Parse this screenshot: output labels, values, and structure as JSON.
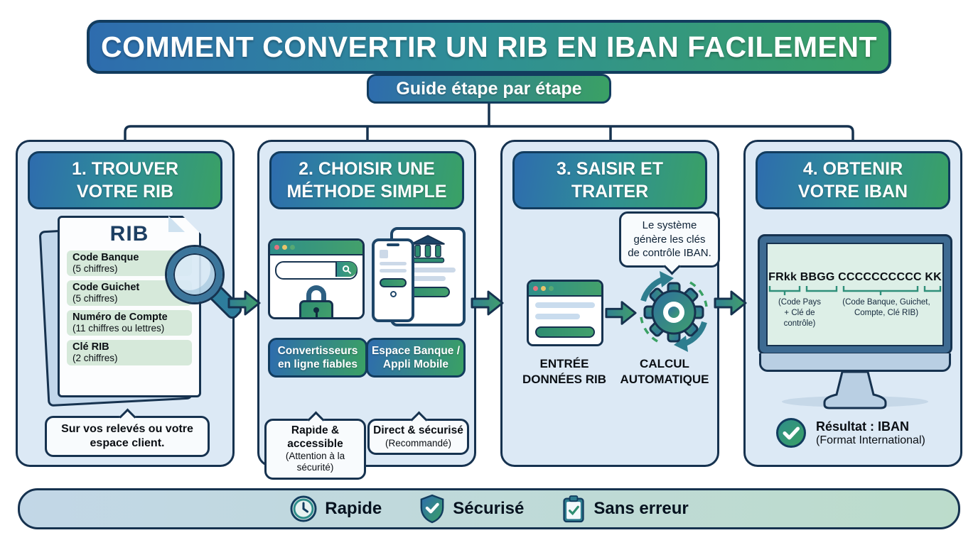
{
  "title": "COMMENT CONVERTIR UN RIB EN IBAN FACILEMENT",
  "subtitle": "Guide étape par étape",
  "steps": [
    {
      "header": "1. TROUVER\nVOTRE RIB",
      "doc_title": "RIB",
      "rows": [
        {
          "label": "Code Banque",
          "sub": "(5 chiffres)"
        },
        {
          "label": "Code Guichet",
          "sub": "(5 chiffres)"
        },
        {
          "label": "Numéro de Compte",
          "sub": "(11 chiffres ou lettres)"
        },
        {
          "label": "Clé RIB",
          "sub": "(2 chiffres)"
        }
      ],
      "note": "Sur vos relevés ou votre espace client."
    },
    {
      "header": "2. CHOISIR UNE\nMÉTHODE SIMPLE",
      "method1_label": "Convertisseurs\nen ligne fiables",
      "method2_label": "Espace Banque /\nAppli Mobile",
      "note1_bold": "Rapide & accessible",
      "note1_sub": "(Attention à la sécurité)",
      "note2_bold": "Direct & sécurisé",
      "note2_sub": "(Recommandé)"
    },
    {
      "header": "3. SAISIR ET\nTRAITER",
      "callout": "Le système\ngénère les clés\nde contrôle IBAN.",
      "label1": "ENTRÉE\nDONNÉES RIB",
      "label2": "CALCUL\nAUTOMATIQUE"
    },
    {
      "header": "4. OBTENIR\nVOTRE IBAN",
      "iban_format": "FRkk BBGG CCCCCCCCCC KK",
      "annotation_left": "(Code Pays\n+ Clé de\ncontrôle)",
      "annotation_right": "(Code Banque, Guichet,\nCompte, Clé RIB)",
      "result_title": "Résultat : IBAN",
      "result_sub": "(Format International)"
    }
  ],
  "footer": {
    "items": [
      {
        "icon": "clock-icon",
        "label": "Rapide"
      },
      {
        "icon": "shield-check-icon",
        "label": "Sécurisé"
      },
      {
        "icon": "clipboard-check-icon",
        "label": "Sans erreur"
      }
    ]
  },
  "colors": {
    "gradient_blue": "#2e6cae",
    "gradient_green": "#3aa164",
    "navy_outline": "#16324f",
    "panel_bg": "#dce9f5",
    "row_green": "#d6e9da",
    "footer_left": "#c2d7e7",
    "footer_right": "#bcdccb"
  }
}
